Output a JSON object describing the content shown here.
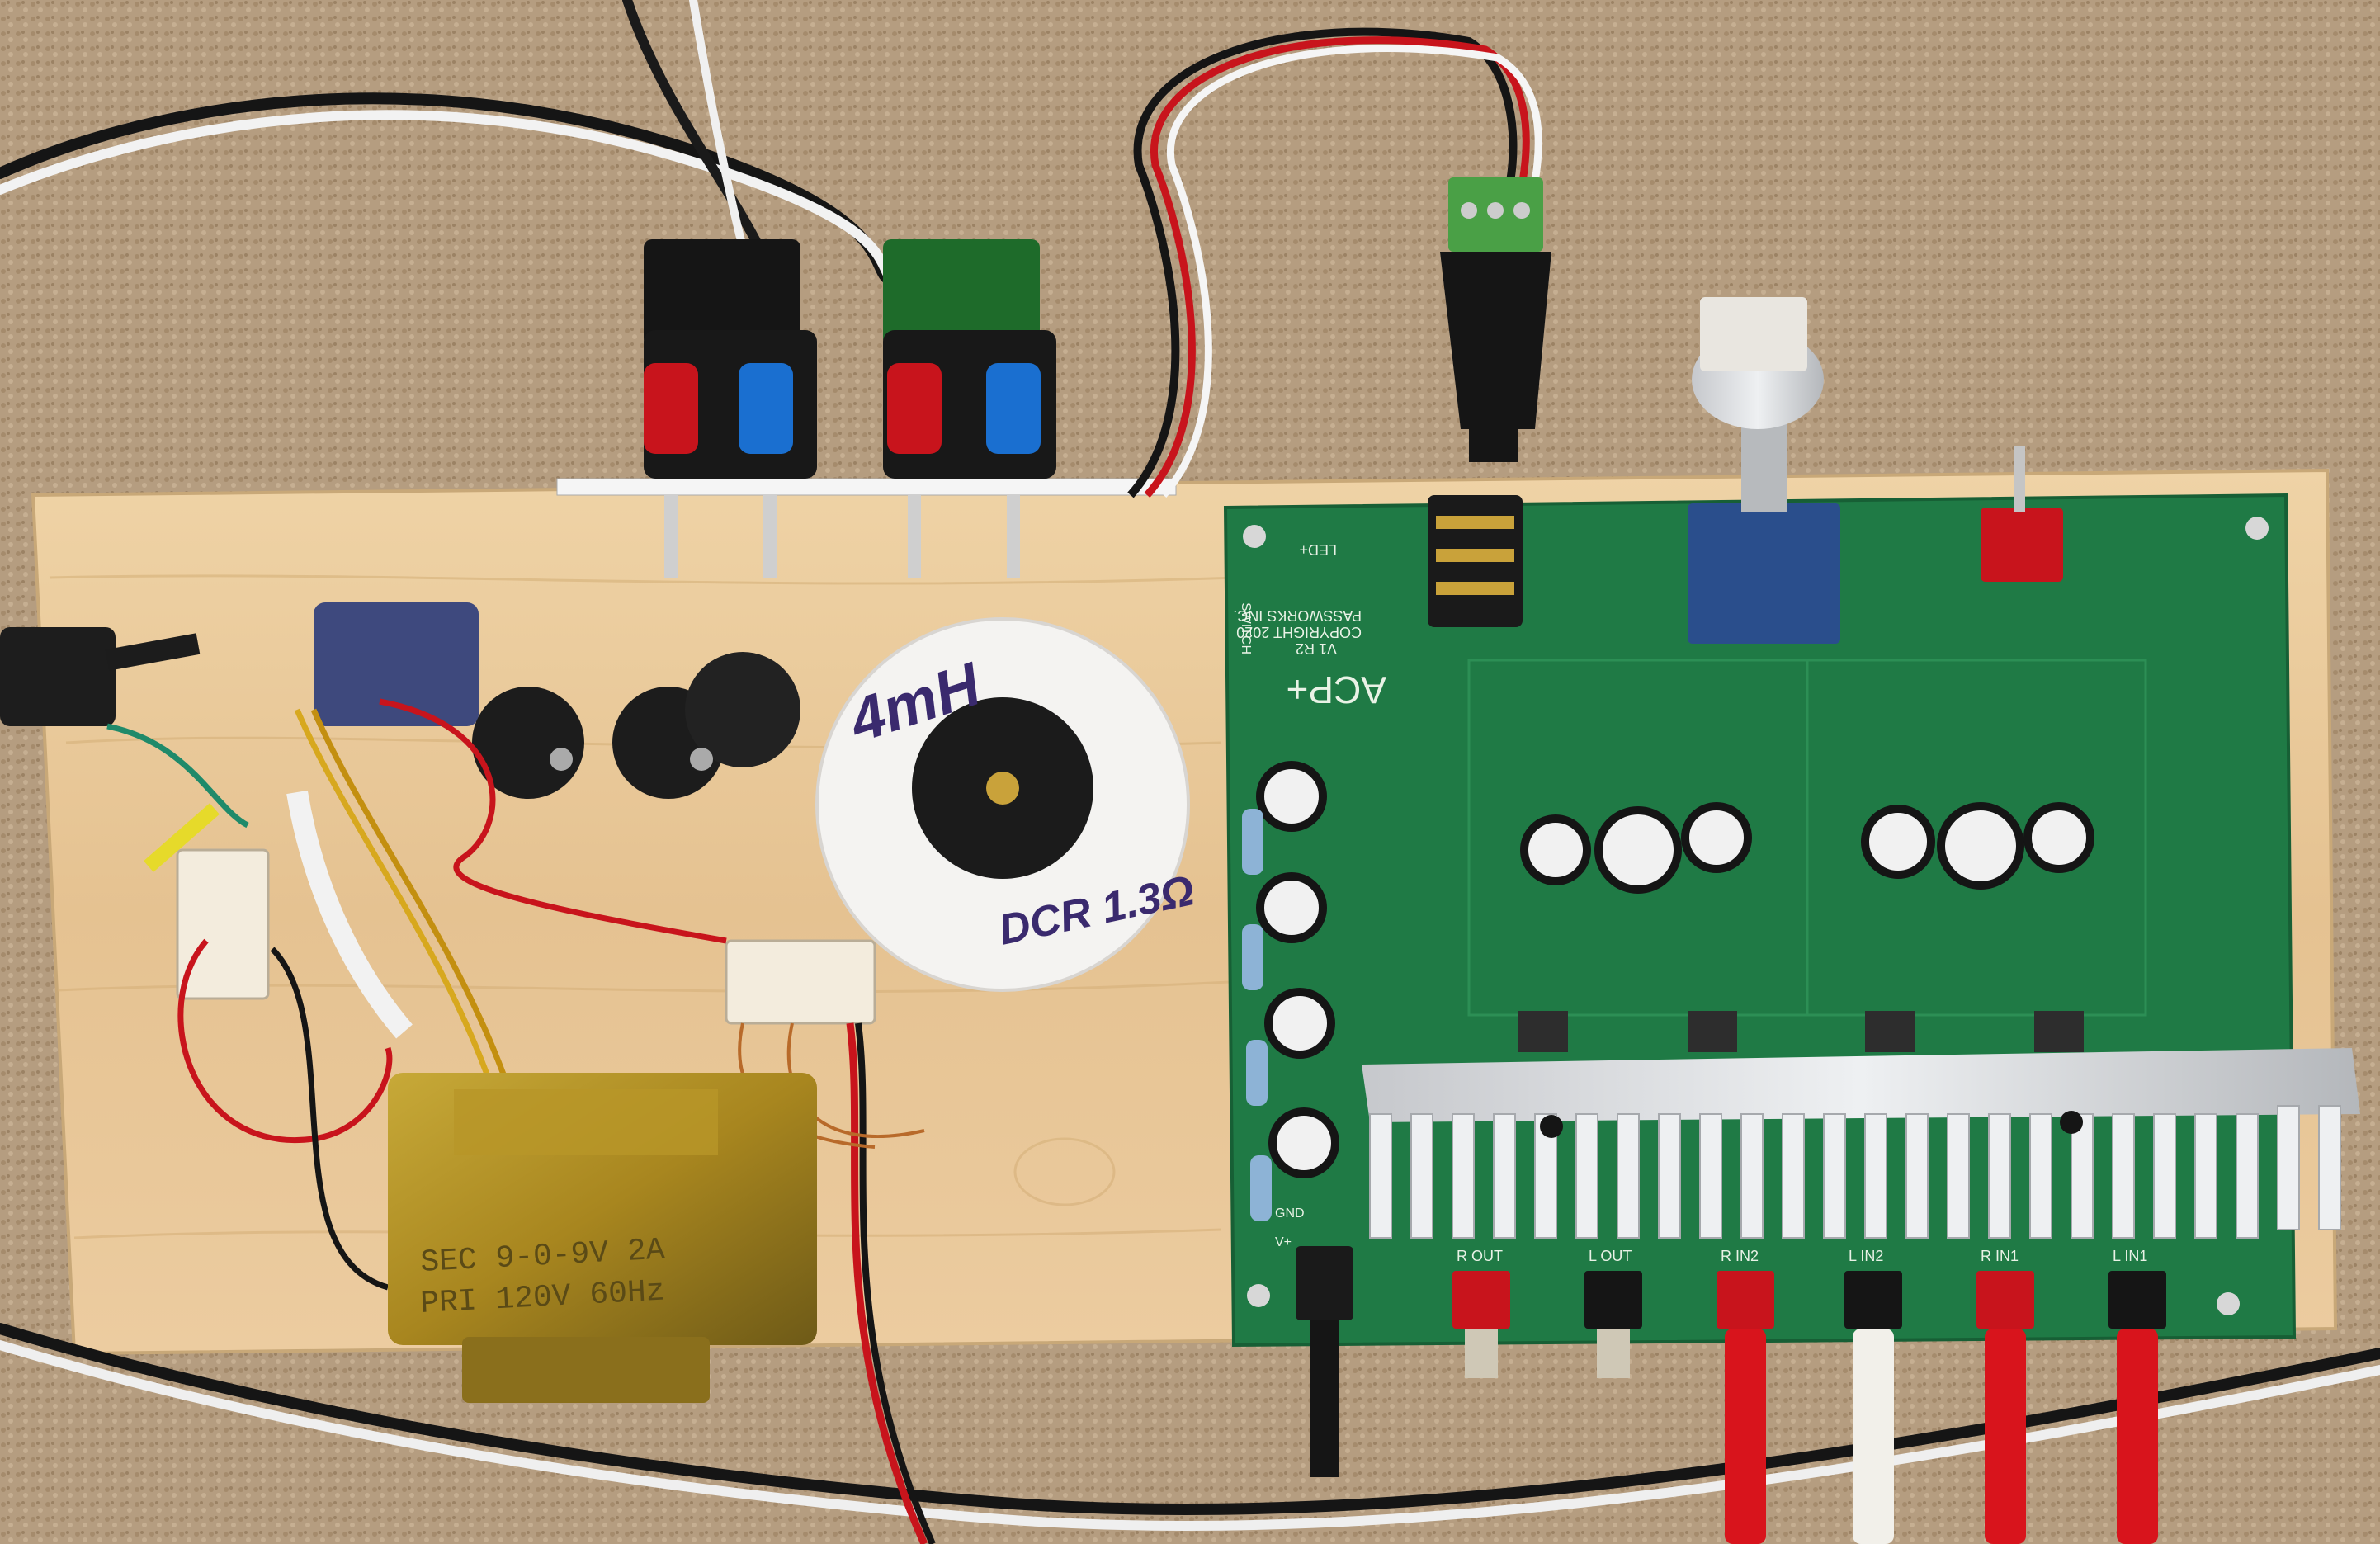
{
  "inductor": {
    "value_label": "4mH",
    "dcr_label": "DCR 1.3Ω"
  },
  "transformer": {
    "line1": "SEC 9-0-9V 2A",
    "line2": "PRI 120V 60Hz"
  },
  "pcb": {
    "title": "ACP+",
    "version": "V1 R2",
    "copyright": "COPYRIGHT 2020",
    "maker": "PASSWORKS INC.",
    "led_label": "LED+",
    "switch_label": "SWITCH",
    "gnd_label": "GND",
    "vplus_label": "V+",
    "jack_labels": [
      "R OUT",
      "L OUT",
      "R IN2",
      "L IN2",
      "R IN1",
      "L IN1"
    ]
  },
  "colors": {
    "pcb_green": "#1f7a45",
    "wood": "#e8c99a",
    "carpet": "#b59d80",
    "post_red": "#c8141c",
    "post_blue": "#1a6fd0",
    "heatsink": "#d7d9dc"
  }
}
